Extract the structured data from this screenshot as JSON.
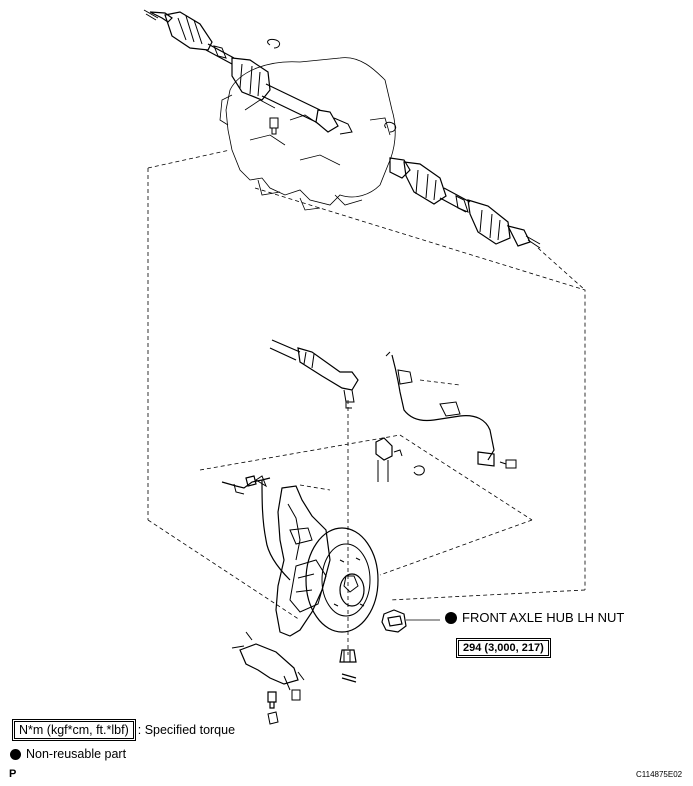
{
  "callouts": {
    "front_axle_hub_lh_nut": "FRONT AXLE HUB LH NUT",
    "hub_nut_torque": "294 (3,000, 217)"
  },
  "legend": {
    "torque_units": "N*m (kgf*cm, ft.*lbf)",
    "torque_desc": ": Specified torque",
    "non_reusable": "Non-reusable part"
  },
  "footer": {
    "section_letter": "P",
    "figure_code": "C114875E02"
  }
}
